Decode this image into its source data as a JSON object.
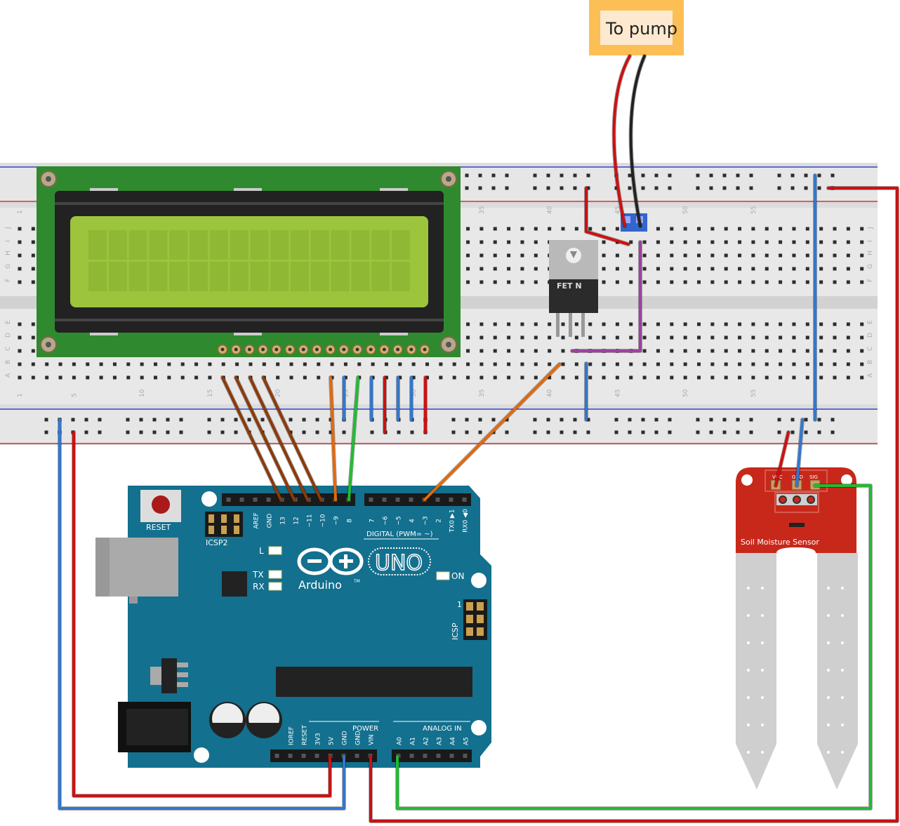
{
  "pump_label": "To pump",
  "lcd": {},
  "fet_label": "FET N",
  "arduino": {
    "reset_label": "RESET",
    "icsp2_label": "ICSP2",
    "icsp_label": "ICSP",
    "icsp_pin1": "1",
    "l_label": "L",
    "tx_label": "TX",
    "rx_label": "RX",
    "on_label": "ON",
    "brand": "Arduino",
    "tm": "TM",
    "model": "UNO",
    "digital_label": "DIGITAL (PWM= ~)",
    "power_label": "POWER",
    "analog_label": "ANALOG IN",
    "digital_pins": [
      "AREF",
      "GND",
      "13",
      "12",
      "~11",
      "~10",
      "~9",
      "8",
      "7",
      "~6",
      "~5",
      "4",
      "~3",
      "2",
      "TX0 ▶1",
      "RX0 ◀0"
    ],
    "power_pins": [
      "IOREF",
      "RESET",
      "3V3",
      "5V",
      "GND",
      "GND",
      "VIN"
    ],
    "analog_pins": [
      "A0",
      "A1",
      "A2",
      "A3",
      "A4",
      "A5"
    ]
  },
  "sensor": {
    "title": "Soil Moisture Sensor",
    "pins": [
      "VCC",
      "GND",
      "SIG"
    ]
  },
  "breadboard": {
    "row_letters_top": [
      "J",
      "I",
      "H",
      "G",
      "F"
    ],
    "row_letters_bottom": [
      "E",
      "D",
      "C",
      "B",
      "A"
    ],
    "column_numbers": [
      "1",
      "5",
      "10",
      "15",
      "20",
      "25",
      "30",
      "35",
      "40",
      "45",
      "50",
      "55"
    ]
  },
  "colors": {
    "wire_red": "#cc1111",
    "wire_blue": "#3377cc",
    "wire_green": "#22bb33",
    "wire_orange": "#e06a10",
    "wire_brown": "#8b3a0a",
    "wire_purple": "#a040a0",
    "wire_black": "#222222",
    "arduino_board": "#13708e",
    "lcd_pcb": "#2f8a2f",
    "lcd_screen": "#9cc43c",
    "sensor_board": "#c8281a",
    "pump_box": "#fbbf55"
  }
}
